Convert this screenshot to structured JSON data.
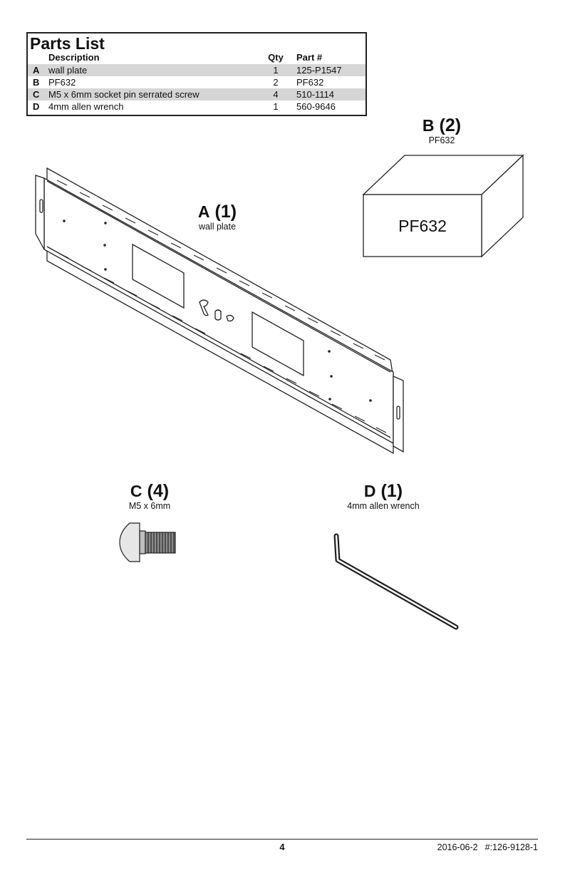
{
  "parts_list": {
    "title": "Parts List",
    "headers": {
      "description": "Description",
      "qty": "Qty",
      "part": "Part #"
    },
    "rows": [
      {
        "letter": "A",
        "description": "wall plate",
        "qty": "1",
        "part": "125-P1547"
      },
      {
        "letter": "B",
        "description": "PF632",
        "qty": "2",
        "part": "PF632"
      },
      {
        "letter": "C",
        "description": "M5 x 6mm socket pin serrated screw",
        "qty": "4",
        "part": "510-1114"
      },
      {
        "letter": "D",
        "description": "4mm allen wrench",
        "qty": "1",
        "part": "560-9646"
      }
    ]
  },
  "labels": {
    "A": {
      "letter": "A",
      "count": "(1)",
      "caption": "wall plate"
    },
    "B": {
      "letter": "B",
      "count": "(2)",
      "caption": "PF632",
      "box_text": "PF632"
    },
    "C": {
      "letter": "C",
      "count": "(4)",
      "caption": "M5 x 6mm"
    },
    "D": {
      "letter": "D",
      "count": "(1)",
      "caption": "4mm allen wrench"
    }
  },
  "footer": {
    "page": "4",
    "date": "2016-06-2",
    "doc_number": "#:126-9128-1"
  }
}
